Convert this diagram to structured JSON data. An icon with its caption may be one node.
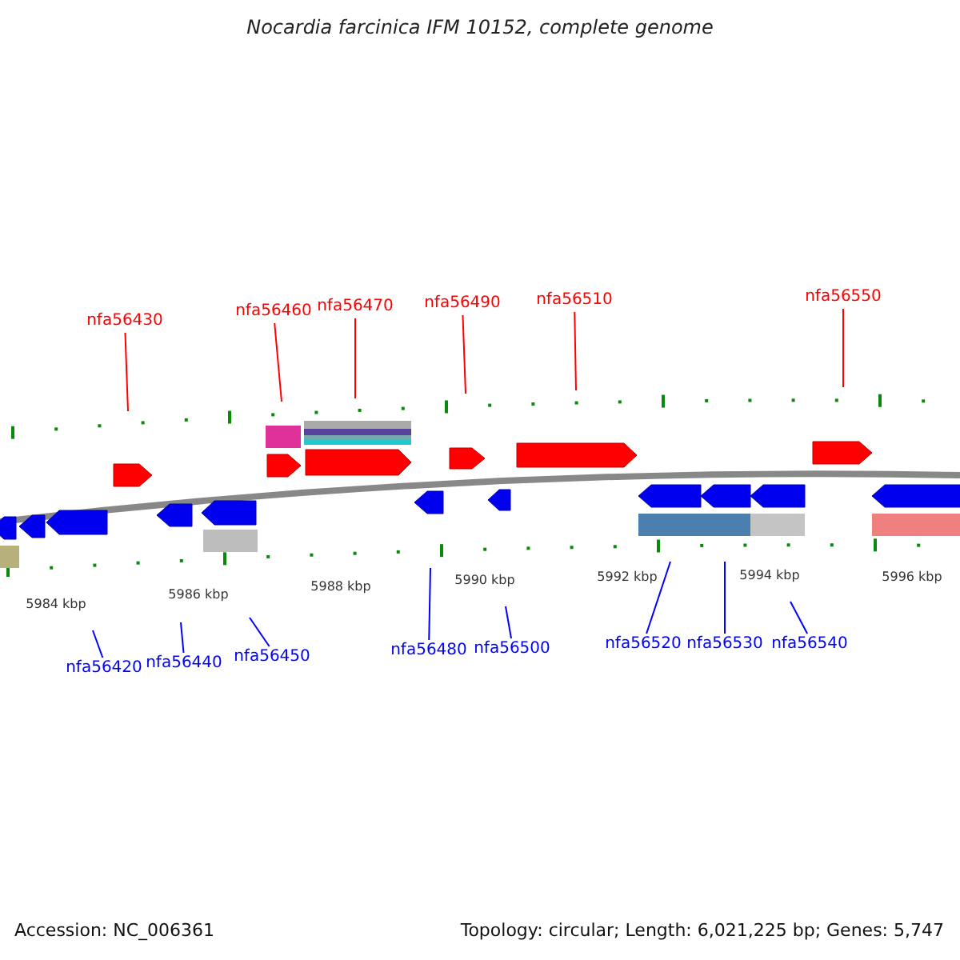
{
  "diagram": {
    "title": "Nocardia farcinica IFM 10152, complete genome",
    "nodes": [
      {
        "text": [
          "nfa56550"
        ]
      },
      {
        "text": [
          "nfa56510"
        ]
      },
      {
        "text": [
          "nfa56490"
        ]
      },
      {
        "text": [
          "nfa56470"
        ]
      },
      {
        "text": [
          "nfa56460"
        ]
      },
      {
        "text": [
          "nfa56430"
        ]
      },
      {
        "text": [
          "nfa56480"
        ]
      },
      {
        "text": [
          "nfa56520"
        ]
      },
      {
        "text": [
          "nfa56530"
        ]
      },
      {
        "text": [
          "nfa56540"
        ]
      },
      {
        "text": [
          "nfa56500"
        ]
      },
      {
        "text": [
          "nfa56450"
        ]
      },
      {
        "text": [
          "nfa56440"
        ]
      },
      {
        "text": [
          "nfa56420"
        ]
      }
    ],
    "edges": [
      {
        "from": 0,
        "to": null,
        "arrow": "none",
        "color": "#ff0000"
      },
      {
        "from": 1,
        "to": null,
        "arrow": "none",
        "color": "#ff0000"
      },
      {
        "from": 2,
        "to": null,
        "arrow": "none",
        "color": "#ff0000"
      },
      {
        "from": 3,
        "to": null,
        "arrow": "none",
        "color": "#ff0000"
      },
      {
        "from": 4,
        "to": null,
        "arrow": "none",
        "color": "#ff0000"
      },
      {
        "from": 5,
        "to": null,
        "arrow": "none",
        "color": "#ff0000"
      },
      {
        "from": 6,
        "to": null,
        "arrow": "none"
      },
      {
        "from": 7,
        "to": null,
        "arrow": "none"
      },
      {
        "from": 8,
        "to": null,
        "arrow": "none"
      },
      {
        "from": 9,
        "to": null,
        "arrow": "none"
      },
      {
        "from": 10,
        "to": null,
        "arrow": "none"
      },
      {
        "from": 11,
        "to": null,
        "arrow": "none"
      },
      {
        "from": 12,
        "to": null,
        "arrow": "none"
      },
      {
        "from": 13,
        "to": null,
        "arrow": "none"
      }
    ],
    "labels": [
      "5990 kbp",
      "5992 kbp",
      "5994 kbp",
      "5996 kbp",
      "5986 kbp",
      "5988 kbp",
      "5984 kbp",
      "Accession: NC_006361",
      "Topology: circular; Length: 6,021,225 bp; Genes: 5,747"
    ]
  }
}
